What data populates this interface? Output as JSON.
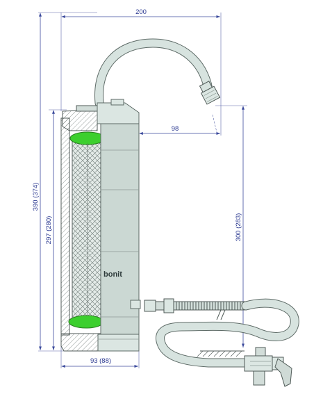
{
  "brand": {
    "logo_text": "bonit"
  },
  "dimensions": {
    "overall_width": "200",
    "outlet_offset": "98",
    "outlet_height": "300 (283)",
    "total_height": "390 (374)",
    "body_height": "297 (280)",
    "body_diameter": "93 (88)"
  },
  "colors": {
    "dimension_lines": "#3b4a9c",
    "housing": "#cbd8d3",
    "seal_green": "#3ccf2e",
    "section_hatch": "#9aa7a3"
  }
}
